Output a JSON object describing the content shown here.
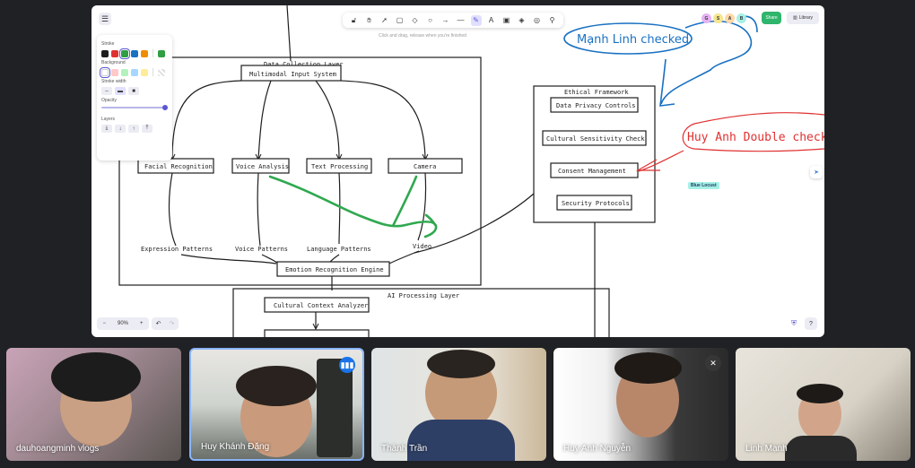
{
  "toolbar": {
    "hint": "Click and drag, release when you're finished",
    "tools": [
      "lock-icon",
      "hand-icon",
      "select-icon",
      "rectangle-icon",
      "diamond-icon",
      "ellipse-icon",
      "arrow-icon",
      "line-icon",
      "pencil-icon",
      "text-icon",
      "image-icon",
      "eraser-icon",
      "laser-icon",
      "extra-tools-icon"
    ]
  },
  "collaborators": [
    "G",
    "S",
    "A",
    "B"
  ],
  "share_label": "Share",
  "library_label": "Library",
  "properties": {
    "stroke_label": "Stroke",
    "background_label": "Background",
    "stroke_width_label": "Stroke width",
    "opacity_label": "Opacity",
    "layers_label": "Layers",
    "opacity_value": 100,
    "stroke_colors": [
      "#1e1e1e",
      "#e03131",
      "#2f9e44",
      "#1971c2",
      "#f08c00"
    ],
    "current_stroke": "#2f9e44",
    "background_colors": [
      "#ffffff",
      "#ffc9c9",
      "#b2f2bb",
      "#a5d8ff",
      "#ffec99"
    ]
  },
  "zoom": {
    "level": "90%",
    "minus": "−",
    "plus": "+"
  },
  "diagram": {
    "data_layer_title": "Data Collection Layer",
    "input_system": "Multimodal Input System",
    "nodes": [
      "Facial Recognition",
      "Voice Analysis",
      "Text Processing",
      "Camera"
    ],
    "patterns": [
      "Expression Patterns",
      "Voice Patterns",
      "Language Patterns",
      "Video"
    ],
    "engine": "Emotion Recognition Engine",
    "ai_layer_title": "AI Processing Layer",
    "analyzer": "Cultural Context Analyzer",
    "ethics_title": "Ethical Framework",
    "ethics_items": [
      "Data Privacy Controls",
      "Cultural Sensitivity Check",
      "Consent Management",
      "Security Protocols"
    ],
    "note_blue": "Mạnh Linh checked",
    "note_red": "Huy Anh Double checked",
    "cursor_label": "Blue Locust"
  },
  "participants": [
    {
      "name": "dauhoangminh vlogs",
      "state": "none"
    },
    {
      "name": "Huy Khánh Đặng",
      "state": "speaking"
    },
    {
      "name": "Thành Trần",
      "state": "none"
    },
    {
      "name": "Huy Anh Nguyễn",
      "state": "muted"
    },
    {
      "name": "Linh Mạnh",
      "state": "none"
    }
  ]
}
